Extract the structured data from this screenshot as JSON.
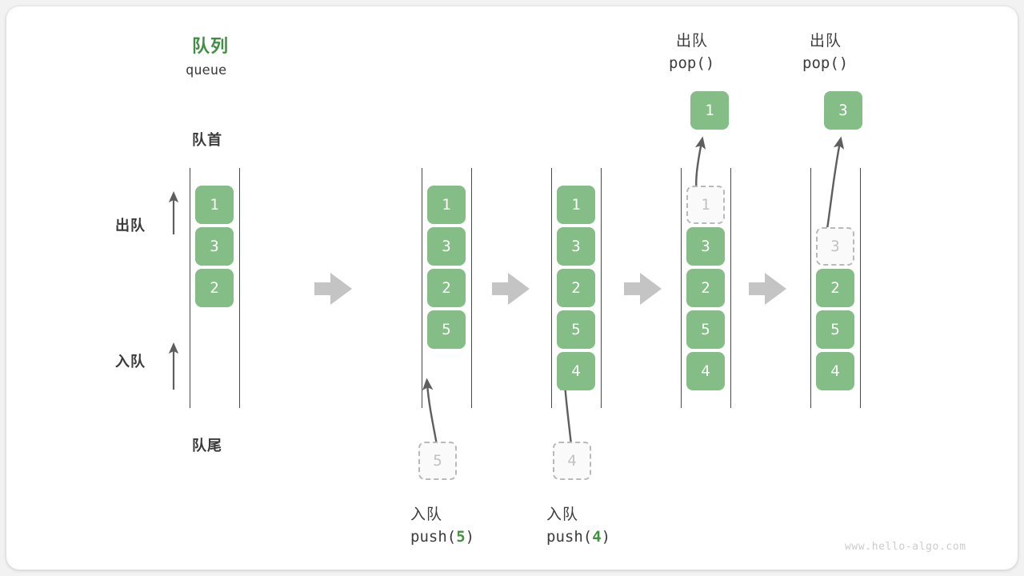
{
  "diagram": {
    "title_cn": "队列",
    "title_en": "queue",
    "front_label": "队首",
    "rear_label": "队尾",
    "dequeue_label": "出队",
    "enqueue_label": "入队",
    "watermark": "www.hello-algo.com",
    "accent_green": "#84bd85",
    "title_green": "#3f8f43",
    "ghost_gray": "#b9b9b9",
    "arrow_gray": "#c4c4c4"
  },
  "stages": [
    {
      "id": "stage-initial",
      "cells": [
        {
          "value": "1",
          "state": "filled"
        },
        {
          "value": "3",
          "state": "filled"
        },
        {
          "value": "2",
          "state": "filled"
        }
      ]
    },
    {
      "id": "stage-push-5",
      "cells": [
        {
          "value": "1",
          "state": "filled"
        },
        {
          "value": "3",
          "state": "filled"
        },
        {
          "value": "2",
          "state": "filled"
        },
        {
          "value": "5",
          "state": "filled"
        }
      ],
      "incoming": {
        "value": "5",
        "state": "ghost"
      },
      "op_cn": "入队",
      "op_name": "push",
      "op_arg": "5"
    },
    {
      "id": "stage-push-4",
      "cells": [
        {
          "value": "1",
          "state": "filled"
        },
        {
          "value": "3",
          "state": "filled"
        },
        {
          "value": "2",
          "state": "filled"
        },
        {
          "value": "5",
          "state": "filled"
        },
        {
          "value": "4",
          "state": "filled"
        }
      ],
      "incoming": {
        "value": "4",
        "state": "ghost"
      },
      "op_cn": "入队",
      "op_name": "push",
      "op_arg": "4"
    },
    {
      "id": "stage-pop-1",
      "cells": [
        {
          "value": "1",
          "state": "ghost"
        },
        {
          "value": "3",
          "state": "filled"
        },
        {
          "value": "2",
          "state": "filled"
        },
        {
          "value": "5",
          "state": "filled"
        },
        {
          "value": "4",
          "state": "filled"
        }
      ],
      "outgoing": {
        "value": "1",
        "state": "filled"
      },
      "op_cn": "出队",
      "op_name": "pop",
      "op_arg": ""
    },
    {
      "id": "stage-pop-3",
      "cells": [
        {
          "value": "",
          "state": "empty"
        },
        {
          "value": "3",
          "state": "ghost"
        },
        {
          "value": "2",
          "state": "filled"
        },
        {
          "value": "5",
          "state": "filled"
        },
        {
          "value": "4",
          "state": "filled"
        }
      ],
      "outgoing": {
        "value": "3",
        "state": "filled"
      },
      "op_cn": "出队",
      "op_name": "pop",
      "op_arg": ""
    }
  ],
  "cells": {
    "c1_0": "1",
    "c1_1": "3",
    "c1_2": "2",
    "c2_0": "1",
    "c2_1": "3",
    "c2_2": "2",
    "c2_3": "5",
    "c3_0": "1",
    "c3_1": "3",
    "c3_2": "2",
    "c3_3": "5",
    "c3_4": "4",
    "c4_0": "1",
    "c4_1": "3",
    "c4_2": "2",
    "c4_3": "5",
    "c4_4": "4",
    "c5_1": "3",
    "c5_2": "2",
    "c5_3": "5",
    "c5_4": "4",
    "in2": "5",
    "in3": "4",
    "out4": "1",
    "out5": "3"
  },
  "ops": {
    "push5_cn": "入队",
    "push5_open": "push(",
    "push5_arg": "5",
    "push5_close": ")",
    "push4_cn": "入队",
    "push4_open": "push(",
    "push4_arg": "4",
    "push4_close": ")",
    "pop1_cn": "出队",
    "pop1_code": "pop()",
    "pop2_cn": "出队",
    "pop2_code": "pop()"
  }
}
